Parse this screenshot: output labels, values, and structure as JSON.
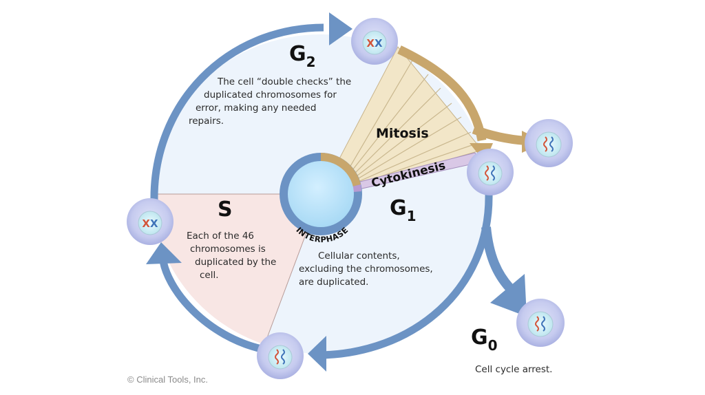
{
  "diagram": {
    "title": "Cell Cycle",
    "center_label": "INTERPHASE",
    "phases": {
      "g2": {
        "label": "G",
        "subscript": "2",
        "description": [
          "The cell “double checks” the",
          "duplicated chromosomes for",
          "error, making any needed",
          "repairs."
        ]
      },
      "s": {
        "label": "S",
        "description": [
          "Each of the 46",
          "chromosomes is",
          "duplicated by the",
          "cell."
        ]
      },
      "g1": {
        "label": "G",
        "subscript": "1",
        "description": [
          "Cellular contents,",
          "excluding the chromosomes,",
          "are duplicated."
        ]
      },
      "g0": {
        "label": "G",
        "subscript": "0",
        "description": [
          "Cell cycle arrest."
        ]
      },
      "mitosis": {
        "label": "Mitosis"
      },
      "cytokinesis": {
        "label": "Cytokinesis"
      }
    },
    "copyright": "© Clinical Tools, Inc.",
    "colors": {
      "ring_blue": "#6c93c4",
      "ring_blue_dark": "#4f77ab",
      "g_region_fill": "#edf4fc",
      "s_region_fill": "#f8e6e4",
      "mitosis_fill": "#f2e6c8",
      "mitosis_arrow": "#c8a66c",
      "cytokinesis_fill": "#d9c8e6",
      "cell_fill": "#c9cdf0",
      "nucleus_fill": "#d8f0f4",
      "center_disc": "#bfe4f7",
      "chromosome_red": "#d2553a",
      "chromosome_blue": "#3f73b8"
    }
  }
}
